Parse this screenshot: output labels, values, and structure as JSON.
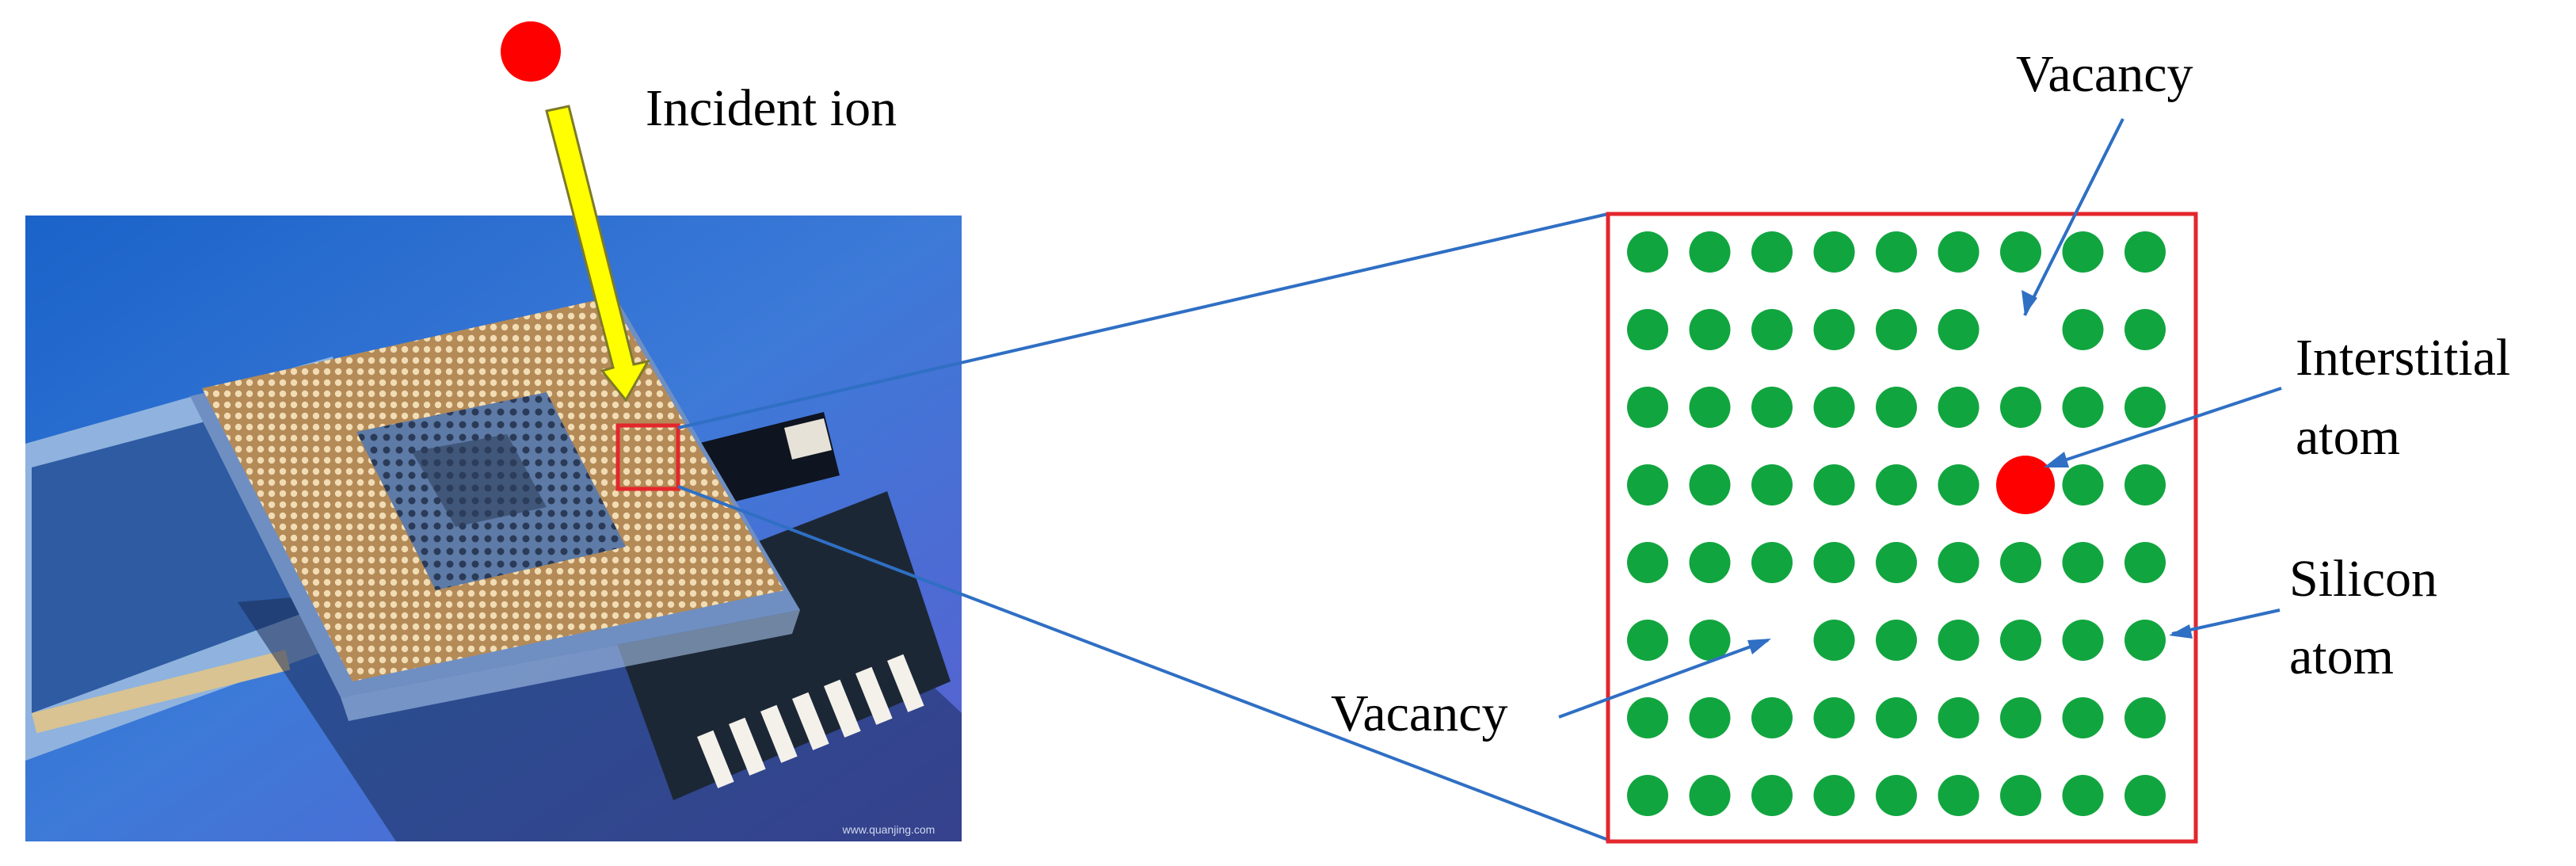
{
  "labels": {
    "incident_ion": "Incident ion",
    "vacancy_top": "Vacancy",
    "vacancy_left": "Vacancy",
    "interstitial_line1": "Interstitial",
    "interstitial_line2": "atom",
    "silicon_line1": "Silicon",
    "silicon_line2": "atom"
  },
  "lattice": {
    "rows": 8,
    "cols": 9,
    "vacancies": [
      {
        "row": 2,
        "col": 7
      },
      {
        "row": 6,
        "col": 3
      }
    ],
    "interstitial": {
      "row": 4,
      "col": 7
    }
  },
  "colors": {
    "silicon_atom": "#11a53f",
    "ion": "#ff0000",
    "frame": "#e3272c",
    "zoom_lines": "#2f6fc4",
    "annotation_arrows": "#2f6fc4",
    "beam": "#ffff00",
    "beam_outline": "#7d7a2a"
  },
  "photo": {
    "subject": "CPU chip with pin grid array and memory modules on blue background",
    "watermark": "www.quanjing.com"
  }
}
